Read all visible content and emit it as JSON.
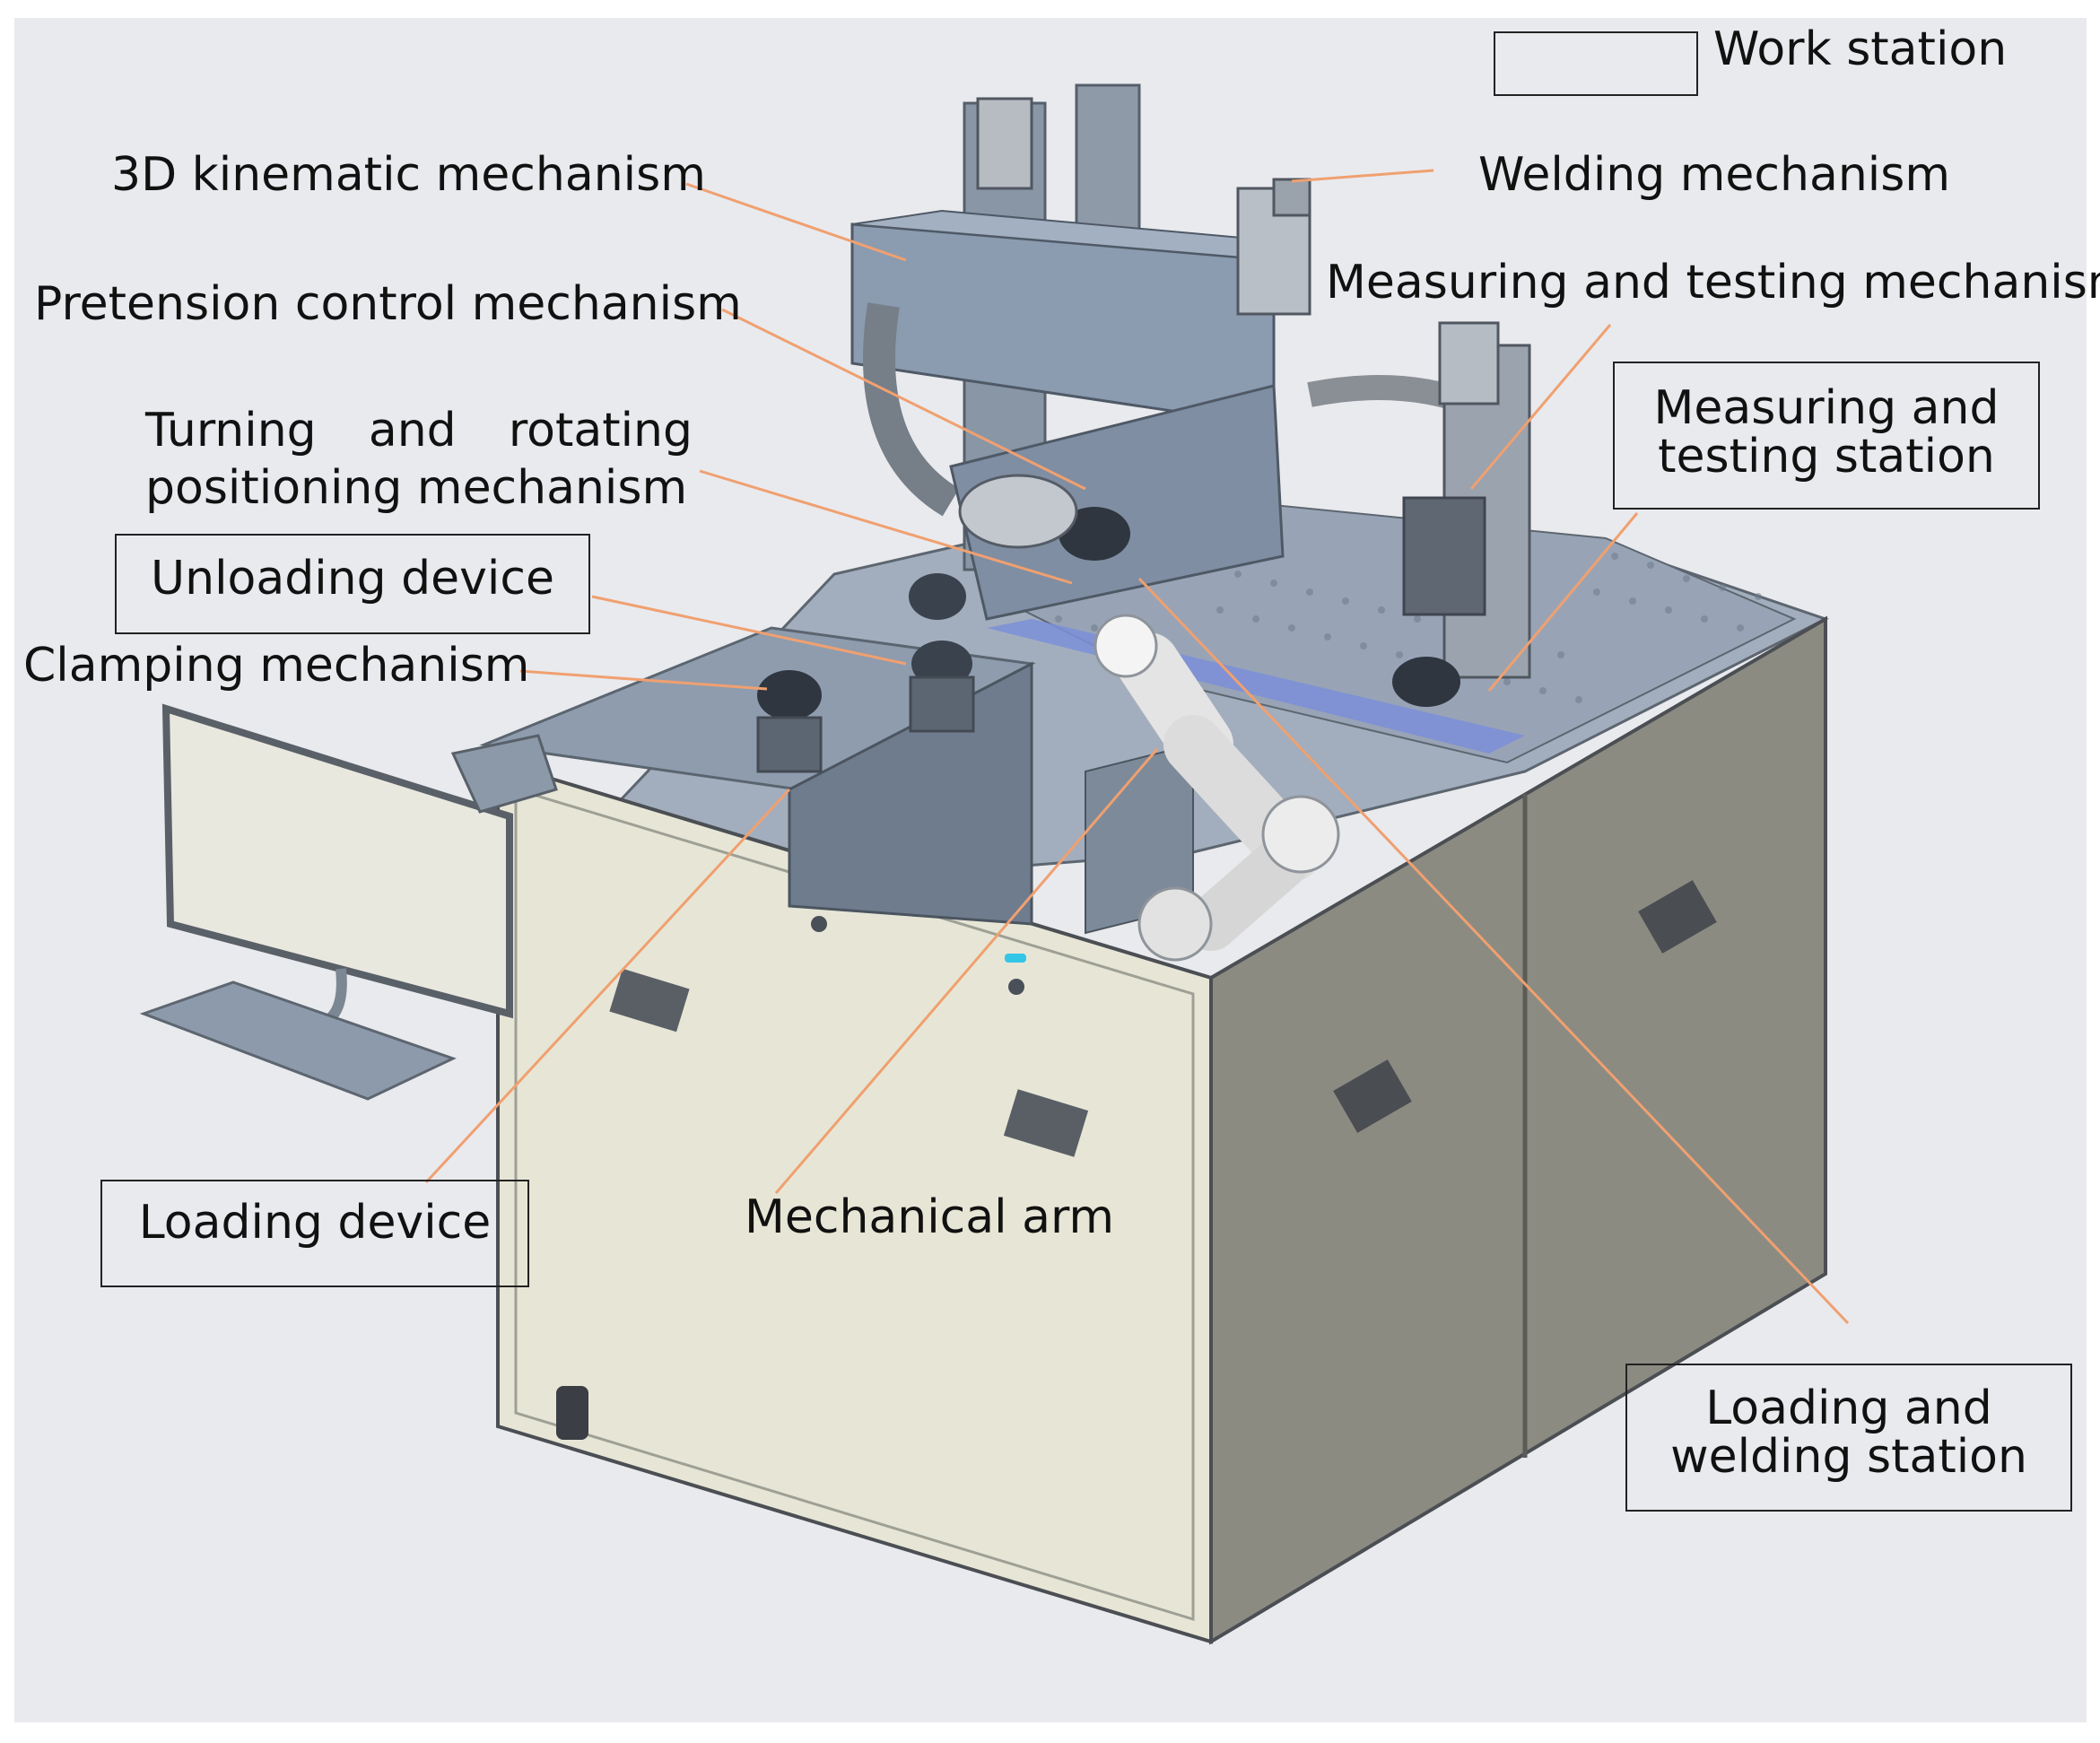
{
  "legend": {
    "label": "Work station"
  },
  "labels": {
    "kinematic": "3D kinematic mechanism",
    "pretension": "Pretension control mechanism",
    "turning_word1": "Turning",
    "turning_word2": "and",
    "turning_word3": "rotating",
    "turning_line2": "positioning mechanism",
    "clamping": "Clamping mechanism",
    "welding": "Welding mechanism",
    "measuring_mech": "Measuring and testing mechanism",
    "mechanical_arm": "Mechanical arm"
  },
  "stations": {
    "unloading": "Unloading device",
    "loading": "Loading device",
    "measuring_line1": "Measuring and",
    "measuring_line2": "testing station",
    "loading_welding_line1": "Loading and",
    "loading_welding_line2": "welding station"
  },
  "colors": {
    "background": "#e9eaee",
    "leader_line": "#f0a070",
    "cabinet_front": "#e7e6d6",
    "cabinet_side": "#8c8c84",
    "table_top": "#9aa6b6",
    "machine_blue": "#7f92a8"
  }
}
